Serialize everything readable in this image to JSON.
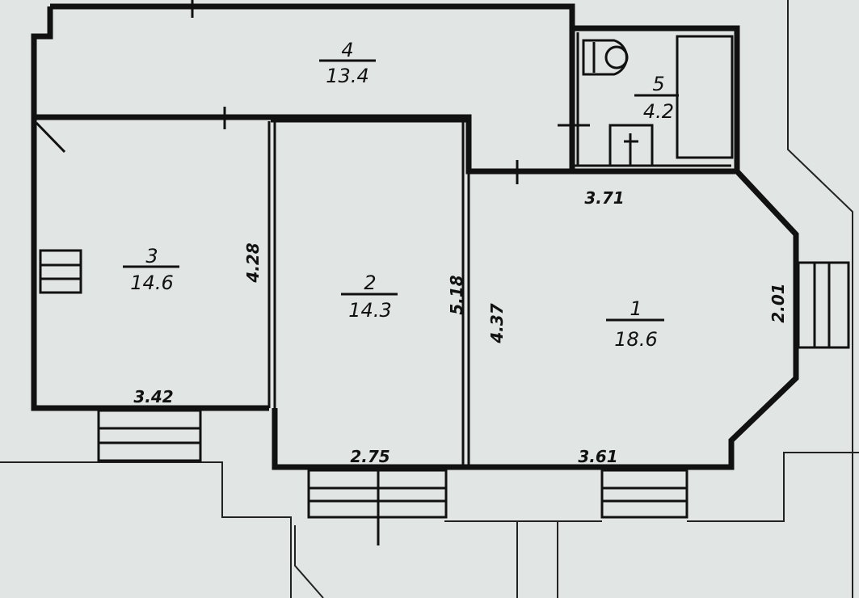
{
  "rooms": [
    {
      "number": "1",
      "area": "18.6"
    },
    {
      "number": "2",
      "area": "14.3"
    },
    {
      "number": "3",
      "area": "14.6"
    },
    {
      "number": "4",
      "area": "13.4"
    },
    {
      "number": "5",
      "area": "4.2"
    }
  ],
  "dimensions": {
    "room1_top": "3.71",
    "room1_left": "4.37",
    "room1_right": "2.01",
    "room1_bottom": "3.61",
    "room2_right": "5.18",
    "room2_bottom": "2.75",
    "room3_right": "4.28",
    "room3_bottom": "3.42"
  }
}
